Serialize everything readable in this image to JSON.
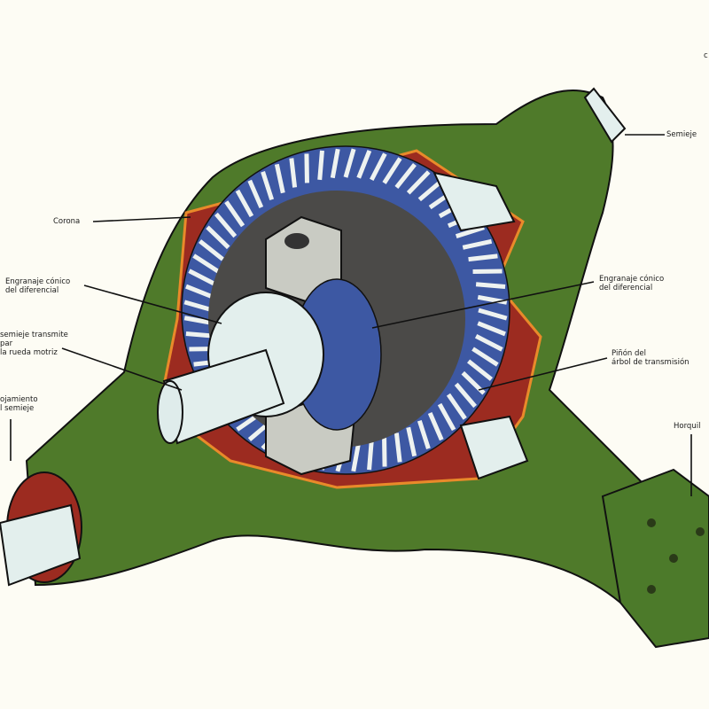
{
  "title": "Diferencial",
  "labels": {
    "corona": "Corona",
    "engranaje_left_1": "Engranaje cónico",
    "engranaje_left_2": "del diferencial",
    "semieje_transmite_1": "semieje transmite",
    "semieje_transmite_2": "par",
    "semieje_transmite_3": "la rueda motriz",
    "alojamiento_1": "ojamiento",
    "alojamiento_2": "l semieje",
    "semieje": "Semieje",
    "engranaje_right_1": "Engranaje cónico",
    "engranaje_right_2": "del diferencial",
    "pinon_1": "Piñón del",
    "pinon_2": "árbol de transmisión",
    "horquilla": "Horquil",
    "corner": "c"
  },
  "colors": {
    "housing": "#4f7a2a",
    "inner": "#9c2b20",
    "gear": "#3d58a3",
    "core": "#4b4a48",
    "shaft": "#e3efed",
    "flange": "#e98a2a"
  }
}
